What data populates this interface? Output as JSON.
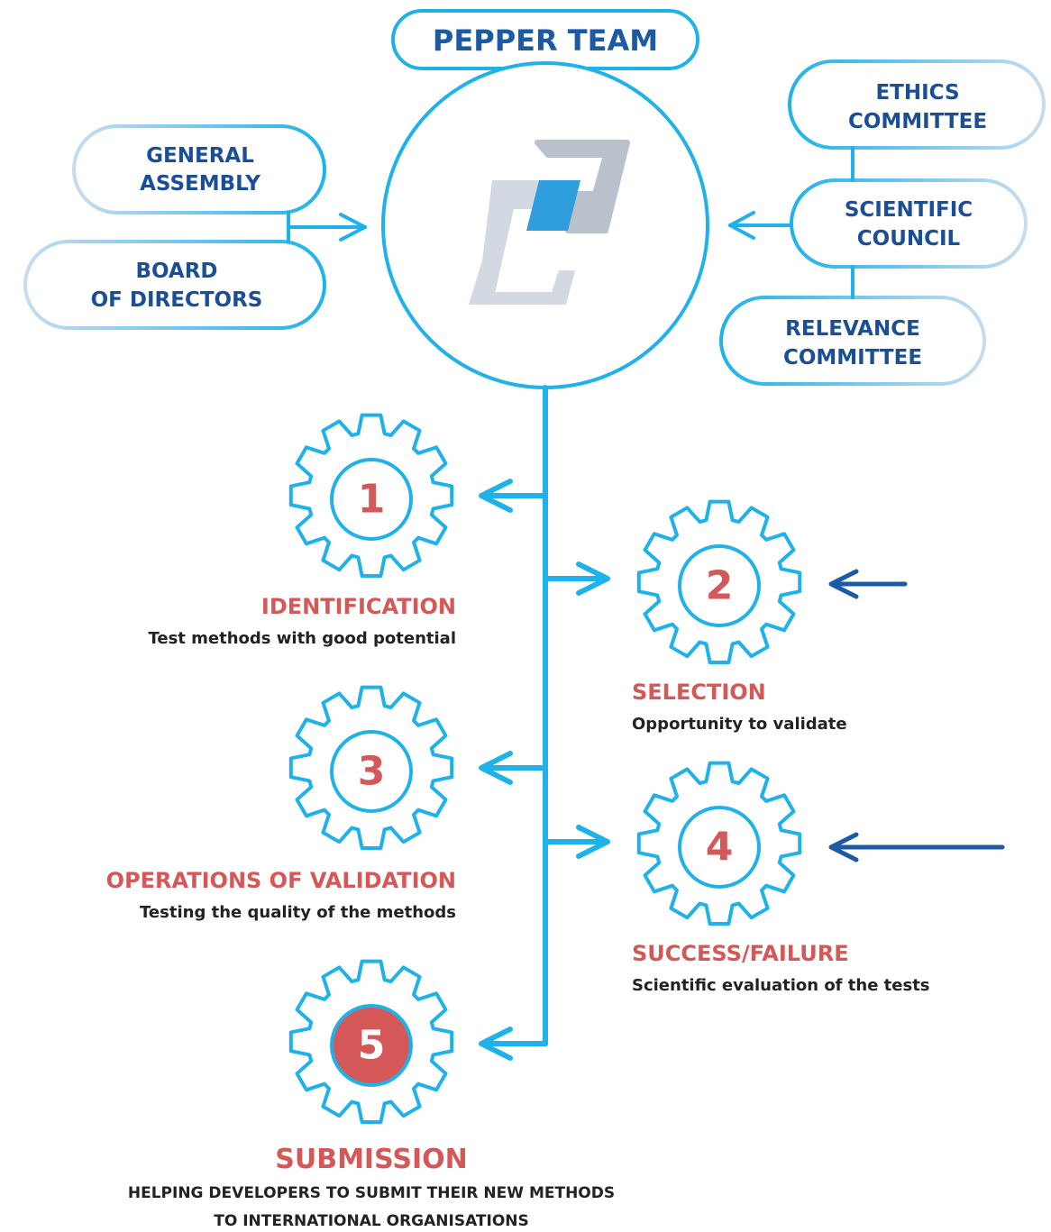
{
  "header": {
    "team_label": "PEPPER TEAM"
  },
  "governance": {
    "general_assembly": [
      "GENERAL",
      "ASSEMBLY"
    ],
    "board_of_directors": [
      "BOARD",
      "OF DIRECTORS"
    ],
    "ethics_committee": [
      "ETHICS",
      "COMMITTEE"
    ],
    "scientific_council": [
      "SCIENTIFIC",
      "COUNCIL"
    ],
    "relevance_committee": [
      "RELEVANCE",
      "COMMITTEE"
    ]
  },
  "steps": [
    {
      "number": "1",
      "title": "IDENTIFICATION",
      "description": "Test methods with good potential"
    },
    {
      "number": "2",
      "title": "SELECTION",
      "description": "Opportunity to validate"
    },
    {
      "number": "3",
      "title": "OPERATIONS OF VALIDATION",
      "description": "Testing the quality of the methods"
    },
    {
      "number": "4",
      "title": "SUCCESS/FAILURE",
      "description": "Scientific evaluation of the tests"
    },
    {
      "number": "5",
      "title": "SUBMISSION",
      "description_lines": [
        "HELPING DEVELOPERS TO SUBMIT THEIR NEW METHODS",
        "TO INTERNATIONAL ORGANISATIONS"
      ]
    }
  ],
  "colors": {
    "light_blue": "#1fb2ea",
    "dark_blue": "#1c5aa6",
    "title_red": "#d55858",
    "logo_grey": "#b9c1cd",
    "logo_light": "#d3d9e2",
    "logo_accent": "#2e9fdc"
  }
}
